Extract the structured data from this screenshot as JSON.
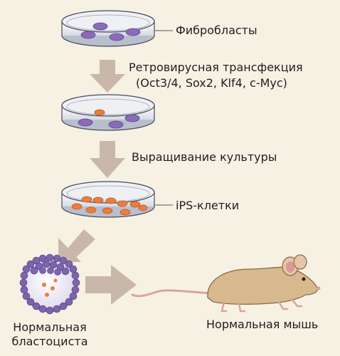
{
  "colors": {
    "background": "#f7f1e4",
    "arrow": "#c9b8aa",
    "fibroblast": "#8b6bb8",
    "ips_cell": "#ef7c3a",
    "blastocyst_cells": "#7d64ad",
    "mouse_body": "#d8b98f",
    "mouse_tail": "#d9a4a0",
    "dish_rim": "#4a4a5a"
  },
  "labels": {
    "fibroblasts": "Фибробласты",
    "transfection_line1": "Ретровирусная трансфекция",
    "transfection_line2": "(Oct3/4, Sox2, Klf4, c-Myc)",
    "culture": "Выращивание культуры",
    "ips_cells": "iPS-клетки",
    "blastocyst_line1": "Нормальная",
    "blastocyst_line2": "бластоциста",
    "mouse": "Нормальная мышь"
  }
}
